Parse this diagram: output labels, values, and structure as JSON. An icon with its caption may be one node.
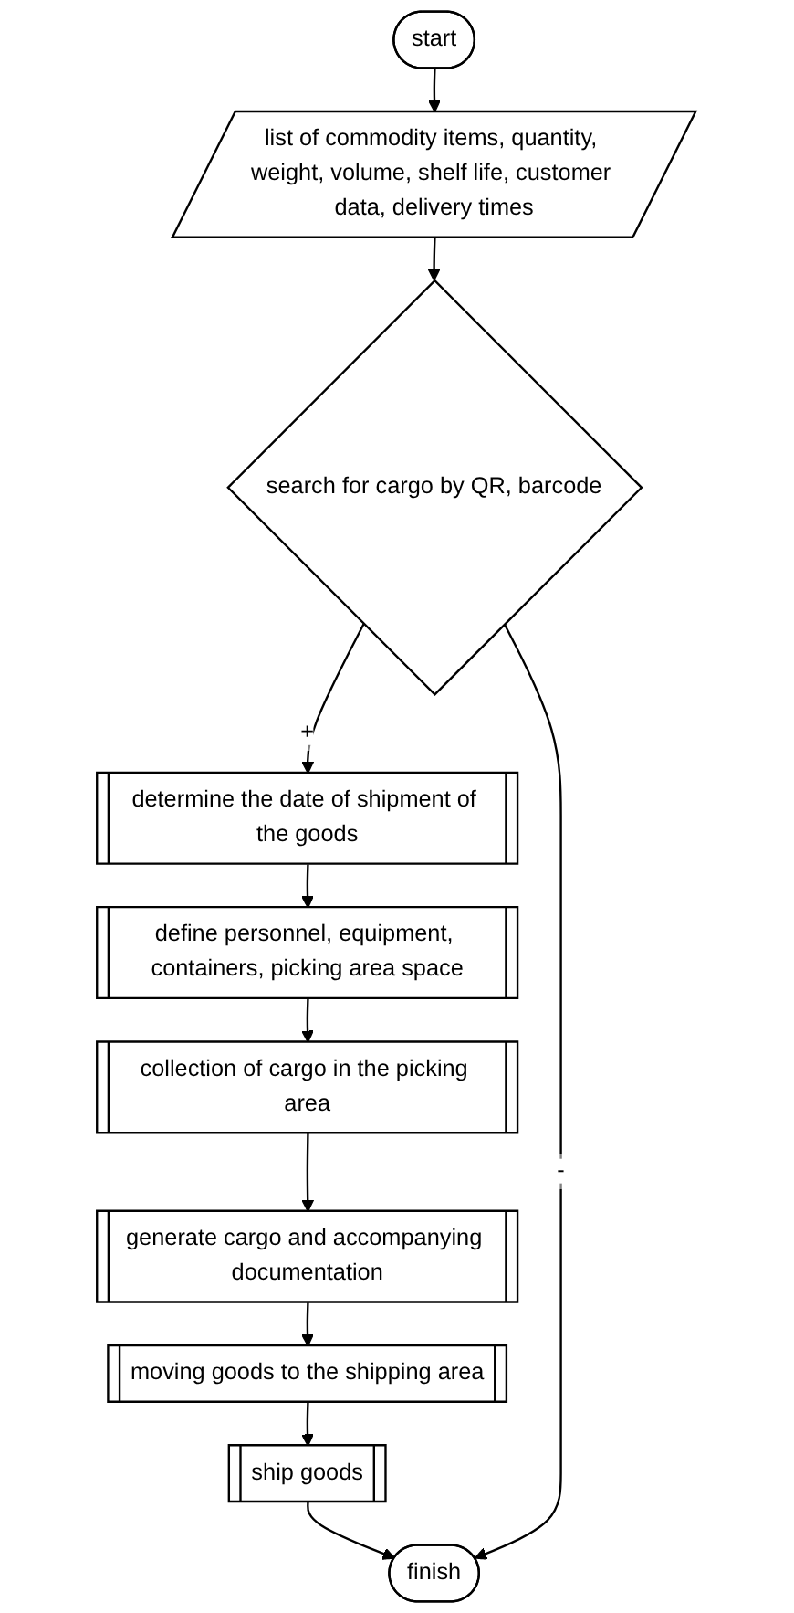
{
  "diagram": {
    "nodes": [
      {
        "text": [
          "start"
        ]
      },
      {
        "text": [
          "list of commodity items, quantity, weight, volume, shelf life, customer data, delivery times"
        ]
      },
      {
        "text": [
          "search for cargo by QR, barcode"
        ]
      },
      {
        "text": [
          "determine the date of shipment of the goods"
        ]
      },
      {
        "text": [
          "define personnel, equipment, containers, picking area space"
        ]
      },
      {
        "text": [
          "collection of cargo in the picking area"
        ]
      },
      {
        "text": [
          "generate cargo and accompanying documentation"
        ]
      },
      {
        "text": [
          "moving goods to the shipping area"
        ]
      },
      {
        "text": [
          "ship goods"
        ]
      },
      {
        "text": [
          "finish"
        ]
      }
    ],
    "edges": [
      {
        "from": 0,
        "to": 1,
        "arrow": "to"
      },
      {
        "from": 1,
        "to": 2,
        "arrow": "to"
      },
      {
        "from": 2,
        "to": 3,
        "label": "+",
        "arrow": "to"
      },
      {
        "from": 3,
        "to": 4,
        "arrow": "to"
      },
      {
        "from": 4,
        "to": 5,
        "arrow": "to"
      },
      {
        "from": 5,
        "to": 6,
        "arrow": "to"
      },
      {
        "from": 6,
        "to": 7,
        "arrow": "to"
      },
      {
        "from": 7,
        "to": 8,
        "arrow": "to"
      },
      {
        "from": 8,
        "to": 9,
        "arrow": "to"
      },
      {
        "from": 2,
        "to": 9,
        "label": "-",
        "arrow": "to"
      }
    ]
  }
}
